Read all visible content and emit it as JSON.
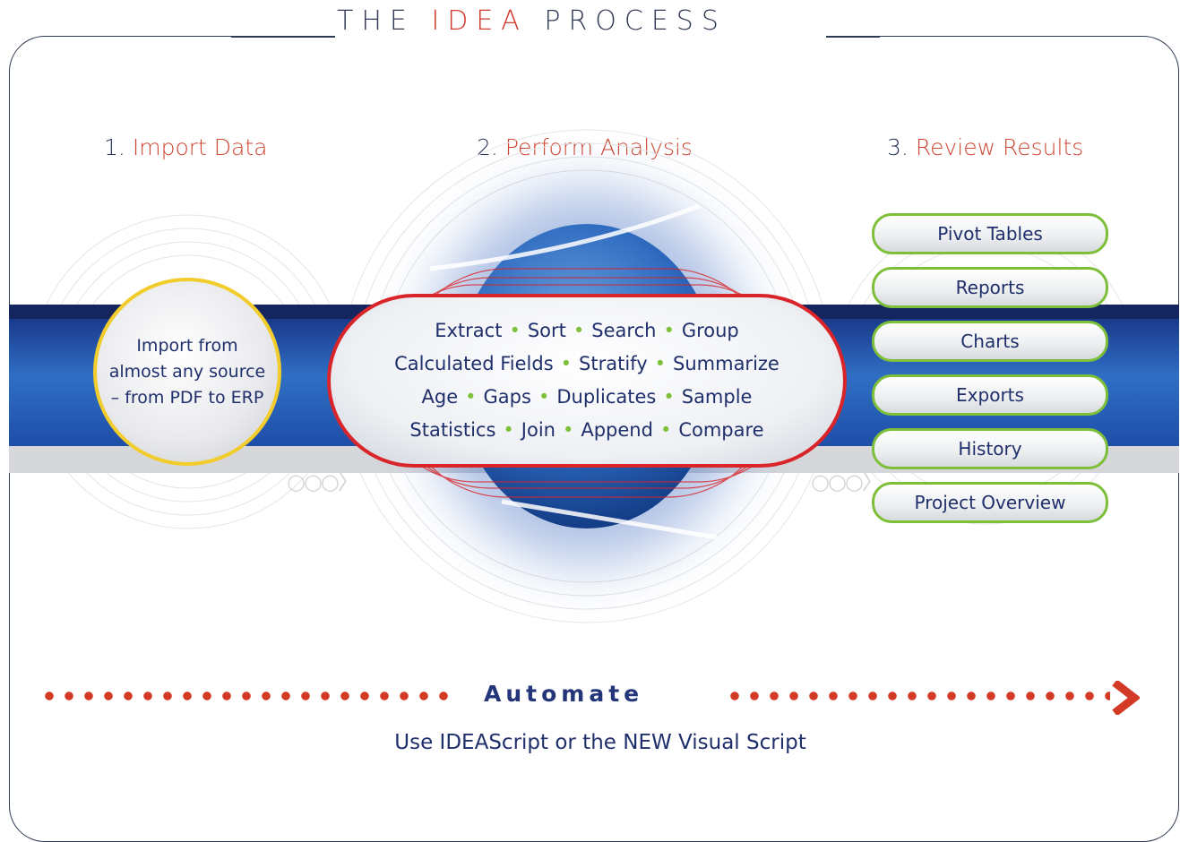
{
  "header": {
    "title_pre": "THE ",
    "title_accent": "IDEA",
    "title_post": " PROCESS"
  },
  "steps": [
    {
      "num": "1.",
      "label": "Import Data"
    },
    {
      "num": "2.",
      "label": "Perform Analysis"
    },
    {
      "num": "3.",
      "label": "Review Results"
    }
  ],
  "import": {
    "lines": [
      "Import from",
      "almost any source",
      "– from PDF to ERP"
    ]
  },
  "analysis": {
    "lines": [
      [
        "Extract",
        "Sort",
        "Search",
        "Group"
      ],
      [
        "Calculated Fields",
        "Stratify",
        "Summarize"
      ],
      [
        "Age",
        "Gaps",
        "Duplicates",
        "Sample"
      ],
      [
        "Statistics",
        "Join",
        "Append",
        "Compare"
      ]
    ]
  },
  "results": [
    "Pivot Tables",
    "Reports",
    "Charts",
    "Exports",
    "History",
    "Project Overview"
  ],
  "automate": {
    "label": "Automate",
    "subtitle": "Use IDEAScript or the NEW Visual Script"
  },
  "colors": {
    "accent_red": "#d0392b",
    "navy": "#1f2f6b",
    "green_border": "#7ebf3a",
    "yellow_border": "#f2cc2a",
    "pill_border": "#d9242a"
  }
}
